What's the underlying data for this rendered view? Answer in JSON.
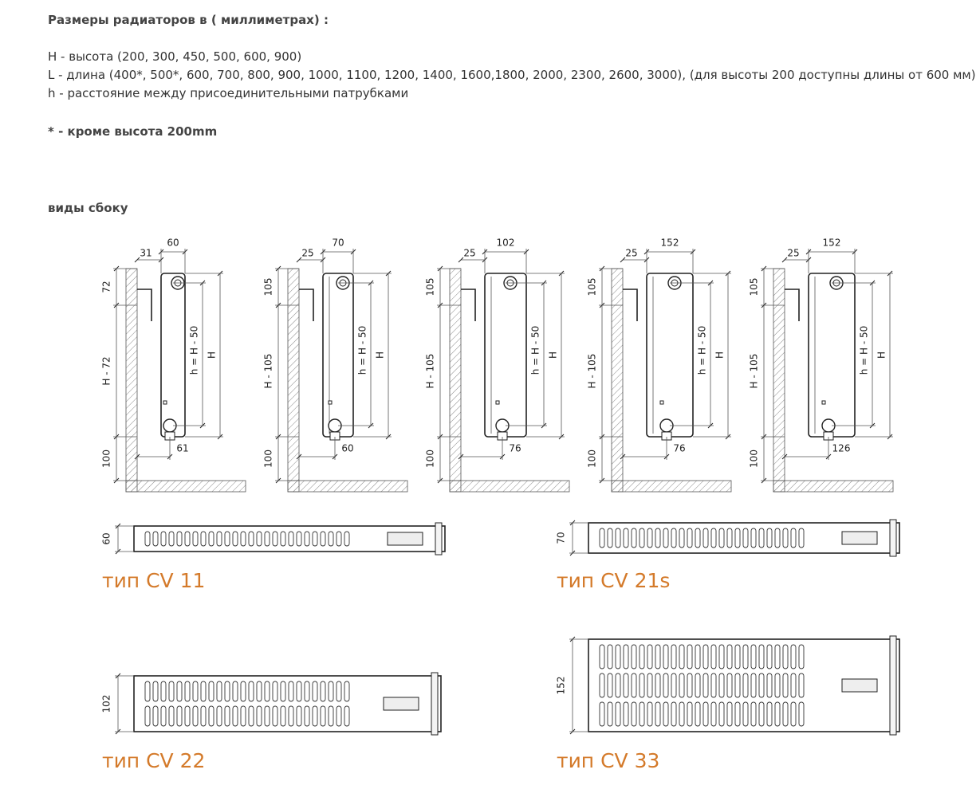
{
  "header": {
    "title": "Размеры радиаторов в ( миллиметрах)  :",
    "line_H": "H - высота (200, 300, 450, 500, 600, 900)",
    "line_L": "L - длина (400*, 500*, 600, 700, 800, 900, 1000, 1100, 1200, 1400, 1600,1800, 2000, 2300, 2600, 3000), (для высоты 200 доступны длины от 600 мм)",
    "line_h": "h - расстояние между присоединительными патрубками",
    "footnote": "* - кроме высота 200mm"
  },
  "side_views_title": "виды сбоку",
  "side_views": [
    {
      "top_left": "31",
      "top_right": "60",
      "left_top": "72",
      "left_mid": "H - 72",
      "left_bottom": "100",
      "inner": "h = H - 50",
      "outer": "H",
      "bottom": "61"
    },
    {
      "top_left": "25",
      "top_right": "70",
      "left_top": "105",
      "left_mid": "H - 105",
      "left_bottom": "100",
      "inner": "h = H - 50",
      "outer": "H",
      "bottom": "60"
    },
    {
      "top_left": "25",
      "top_right": "102",
      "left_top": "105",
      "left_mid": "H - 105",
      "left_bottom": "100",
      "inner": "h = H - 50",
      "outer": "H",
      "bottom": "76"
    },
    {
      "top_left": "25",
      "top_right": "152",
      "left_top": "105",
      "left_mid": "H - 105",
      "left_bottom": "100",
      "inner": "h = H - 50",
      "outer": "H",
      "bottom": "76"
    },
    {
      "top_left": "25",
      "top_right": "152",
      "left_top": "105",
      "left_mid": "H - 105",
      "left_bottom": "100",
      "inner": "h = H - 50",
      "outer": "H",
      "bottom": "126"
    }
  ],
  "top_views": [
    {
      "depth": "60",
      "label": "тип CV 11"
    },
    {
      "depth": "70",
      "label": "тип CV 21s"
    },
    {
      "depth": "102",
      "label": "тип CV 22"
    },
    {
      "depth": "152",
      "label": "тип CV 33"
    }
  ],
  "colors": {
    "accent": "#d47a2a",
    "line": "#222222",
    "hatch": "#888888"
  }
}
